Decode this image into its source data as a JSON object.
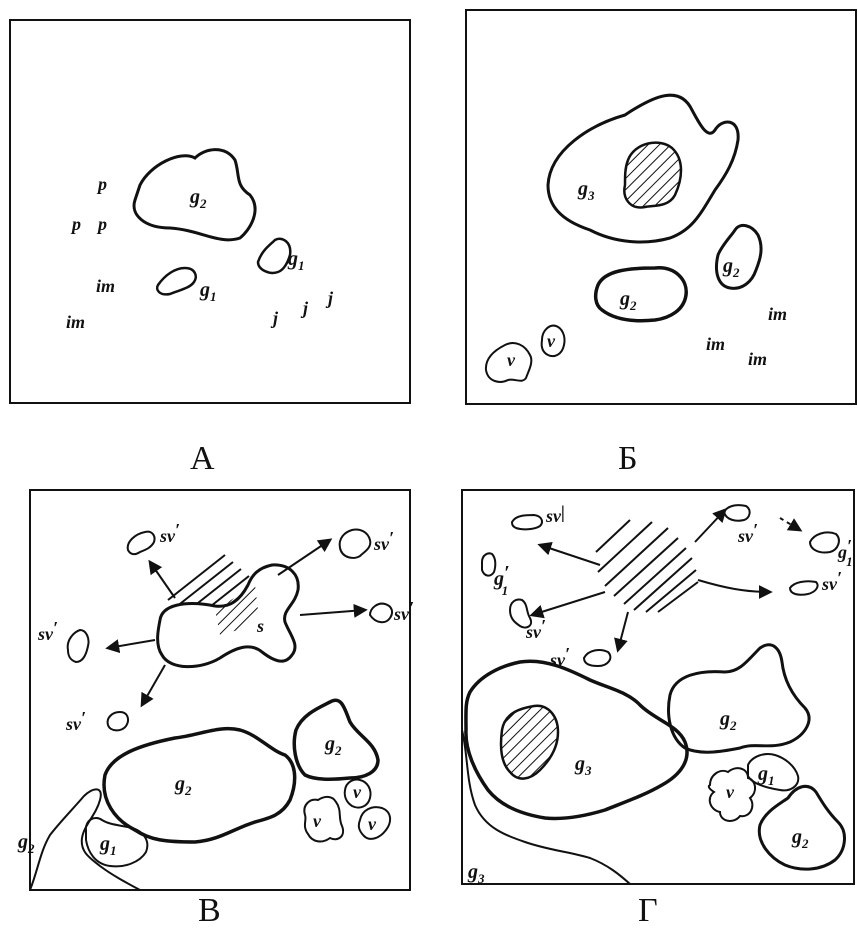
{
  "panels": [
    {
      "caption": "А",
      "labels": {
        "p1": "p",
        "p2": "p",
        "p3": "p",
        "im1": "im",
        "im2": "im",
        "g2": "g",
        "g2_sub": "2",
        "g1a": "g",
        "g1a_sub": "1",
        "g1b": "g",
        "g1b_sub": "1",
        "j1": "j",
        "j2": "j",
        "j3": "j"
      }
    },
    {
      "caption": "Б",
      "labels": {
        "g3": "g",
        "g3_sub": "3",
        "g2a": "g",
        "g2a_sub": "2",
        "g2b": "g",
        "g2b_sub": "2",
        "im1": "im",
        "im2": "im",
        "im3": "im",
        "v1": "v",
        "v2": "v"
      }
    },
    {
      "caption": "В",
      "labels": {
        "sv1": "sv",
        "sv2": "sv",
        "sv3": "sv",
        "sv4": "sv",
        "sv5": "sv",
        "sv_prime": "′",
        "s": "s",
        "g2a": "g",
        "g2a_sub": "2",
        "g2b": "g",
        "g2b_sub": "2",
        "g2c": "g",
        "g2c_sub": "2",
        "g1": "g",
        "g1_sub": "1",
        "v1": "v",
        "v2": "v",
        "v3": "v"
      }
    },
    {
      "caption": "Г",
      "labels": {
        "sv1": "sv",
        "sv2": "sv",
        "sv3": "sv",
        "sv4": "sv",
        "sv5": "sv",
        "sv_prime": "′",
        "sv1_mark": "|",
        "g1a": "g",
        "g1a_sub": "1",
        "g1b": "g",
        "g1b_sub": "1",
        "g1c": "g",
        "g1c_sub": "1",
        "g3a": "g",
        "g3a_sub": "3",
        "g3b": "g",
        "g3b_sub": "3",
        "g2a": "g",
        "g2a_sub": "2",
        "g2b": "g",
        "g2b_sub": "2",
        "v": "v"
      }
    }
  ]
}
